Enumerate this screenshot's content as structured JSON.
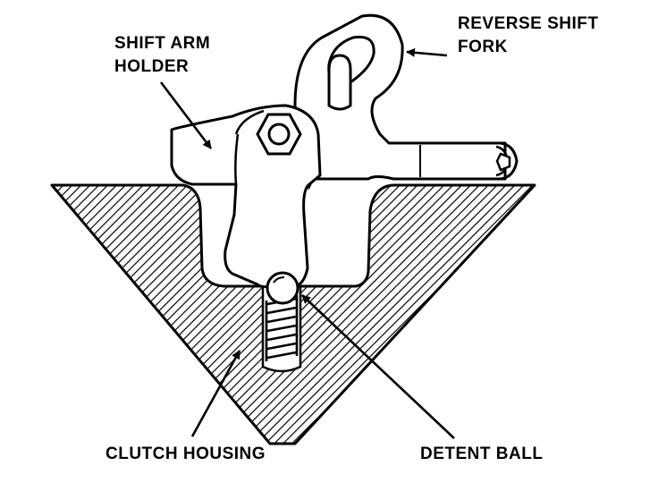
{
  "labels": {
    "shift_arm_holder_line1": "SHIFT ARM",
    "shift_arm_holder_line2": "HOLDER",
    "reverse_shift_fork_line1": "REVERSE SHIFT",
    "reverse_shift_fork_line2": "FORK",
    "clutch_housing": "CLUTCH HOUSING",
    "detent_ball": "DETENT BALL"
  },
  "colors": {
    "ink": "#000000",
    "paper": "#ffffff"
  }
}
